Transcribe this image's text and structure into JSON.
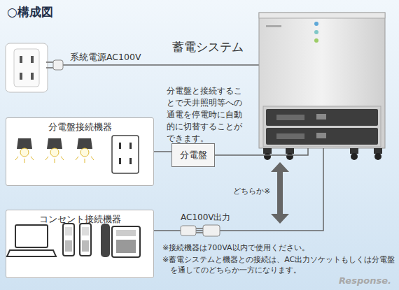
{
  "diagram": {
    "title": "○構成図",
    "nodes": [
      {
        "text": [
          "蓄電システム"
        ]
      },
      {
        "text": [
          "分電盤接続機器"
        ]
      },
      {
        "text": [
          "分電盤"
        ]
      },
      {
        "text": [
          "コンセント接続機器"
        ]
      }
    ],
    "edges": [
      {
        "from": 1,
        "to": 2,
        "arrow": "none"
      },
      {
        "from": 2,
        "to": 0,
        "arrow": "none"
      },
      {
        "from": 3,
        "to": 0,
        "label": "AC100V出力",
        "arrow": "none"
      }
    ],
    "labels": [
      "系統電源AC100V",
      "分電盤と接続することで天井照明等への通電を停電時に自動的に切替することができます。",
      "どちらか※",
      "※接続機器は700VA以内で使用ください。",
      "※蓄電システムと機器との接続は、AC出力ソケットもしくは分電盤を通してのどちらか一方になります。",
      "Response."
    ]
  }
}
